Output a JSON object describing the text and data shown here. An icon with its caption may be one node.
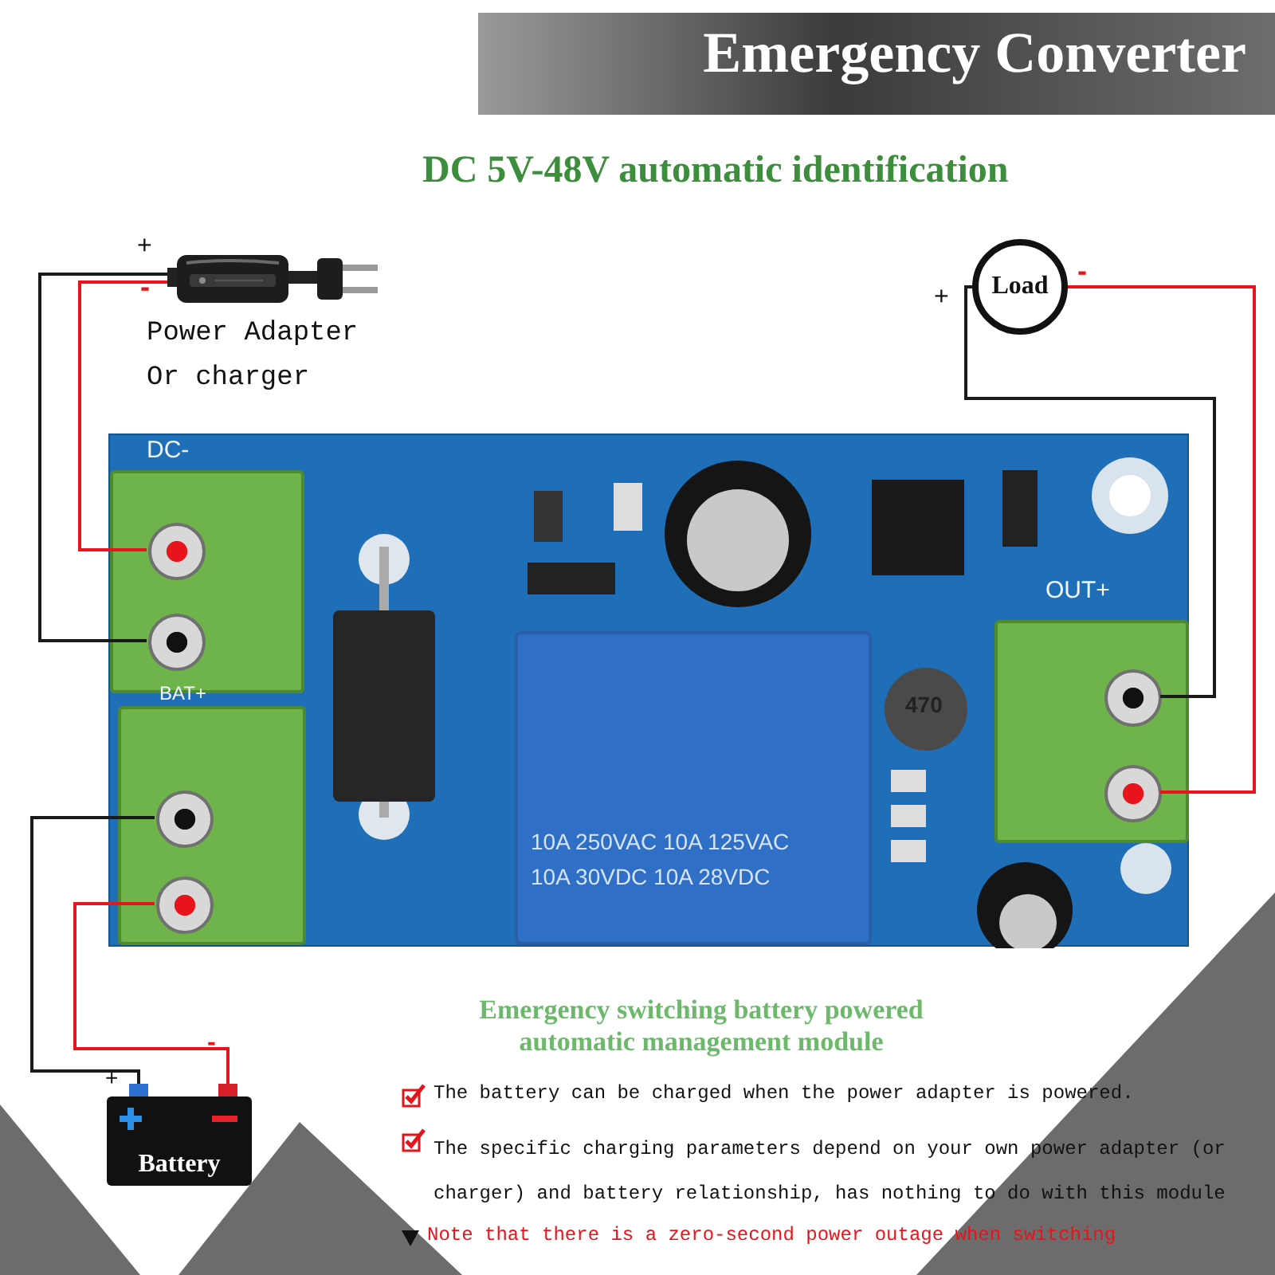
{
  "diagram": {
    "title": "Emergency Converter",
    "caption": "DC 5V-48V automatic identification",
    "nodes": [
      {
        "text": [],
        "shape": "picture",
        "beside": [
          "Power Adapter Or charger"
        ]
      },
      {
        "text": [
          "Load"
        ]
      },
      {
        "text": [],
        "shape": "picture"
      },
      {
        "text": [],
        "shape": "circle",
        "in": 2
      },
      {
        "text": [],
        "shape": "circle",
        "in": 2
      },
      {
        "text": [],
        "shape": "circle",
        "in": 2
      },
      {
        "text": [],
        "shape": "circle",
        "in": 2
      },
      {
        "text": [],
        "shape": "circle",
        "in": 2
      },
      {
        "text": [],
        "shape": "circle",
        "in": 2
      },
      {
        "text": [
          "Battery"
        ]
      }
    ],
    "edges": [
      {
        "from": 0,
        "to": 4,
        "arrow": "none"
      },
      {
        "from": 0,
        "to": 3,
        "arrow": "none",
        "color": "#e8141c"
      },
      {
        "from": 1,
        "to": 7,
        "arrow": "none"
      },
      {
        "from": 1,
        "to": 8,
        "arrow": "none",
        "color": "#e8141c"
      },
      {
        "from": 9,
        "to": 5,
        "arrow": "none"
      },
      {
        "from": 9,
        "to": 6,
        "arrow": "none",
        "color": "#e8141c"
      }
    ],
    "labels": [
      "+",
      "-",
      "+",
      "-",
      "DC-",
      "BAT+",
      "OUT+",
      "470",
      "10A 250VAC 10A 125VAC",
      "10A 30VDC 10A 28VDC",
      "Emergency switching battery powered automatic management module",
      "+",
      "-",
      "The battery can be charged when the power adapter is powered.",
      "The specific charging parameters depend on your own power adapter (or charger) and battery relationship, has nothing to do with this module",
      "Note that there is a zero-second power outage when switching"
    ]
  }
}
